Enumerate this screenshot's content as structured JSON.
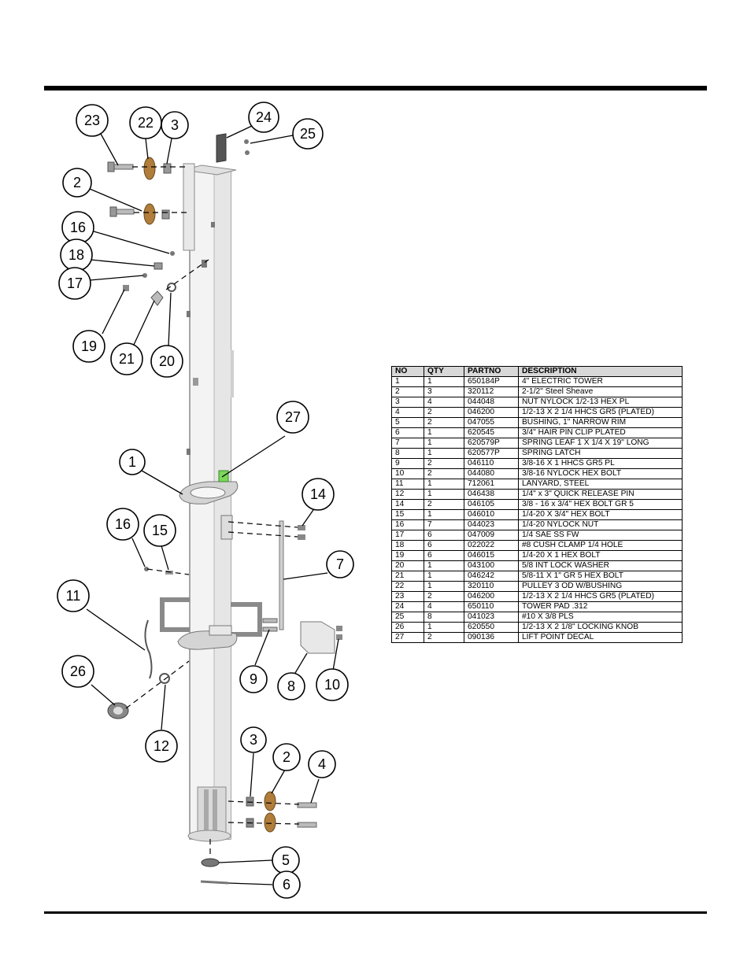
{
  "callouts": [
    "23",
    "22",
    "3",
    "24",
    "25",
    "2",
    "16",
    "18",
    "17",
    "19",
    "21",
    "20",
    "27",
    "1",
    "14",
    "16",
    "15",
    "7",
    "11",
    "26",
    "9",
    "8",
    "10",
    "12",
    "3",
    "2",
    "4",
    "5",
    "6"
  ],
  "table": {
    "headers": [
      "NO",
      "QTY",
      "PARTNO",
      "DESCRIPTION"
    ],
    "rows": [
      [
        "1",
        "1",
        "650184P",
        "4\" ELECTRIC TOWER"
      ],
      [
        "2",
        "3",
        "320112",
        "2-1/2\" Steel Sheave"
      ],
      [
        "3",
        "4",
        "044048",
        "NUT NYLOCK 1/2-13 HEX PL"
      ],
      [
        "4",
        "2",
        "046200",
        "1/2-13 X 2 1/4 HHCS GR5 (PLATED)"
      ],
      [
        "5",
        "2",
        "047055",
        "BUSHING, 1\" NARROW RIM"
      ],
      [
        "6",
        "1",
        "620545",
        "3/4\" HAIR PIN CLIP PLATED"
      ],
      [
        "7",
        "1",
        "620579P",
        "SPRING LEAF 1 X 1/4 X 19\" LONG"
      ],
      [
        "8",
        "1",
        "620577P",
        "SPRING LATCH"
      ],
      [
        "9",
        "2",
        "046110",
        "3/8-16 X 1 HHCS GR5 PL"
      ],
      [
        "10",
        "2",
        "044080",
        "3/8-16 NYLOCK HEX BOLT"
      ],
      [
        "11",
        "1",
        "712061",
        "LANYARD, STEEL"
      ],
      [
        "12",
        "1",
        "046438",
        "1/4\" x 3\" QUICK RELEASE PIN"
      ],
      [
        "14",
        "2",
        "046105",
        "3/8 - 16 x 3/4\" HEX BOLT GR 5"
      ],
      [
        "15",
        "1",
        "046010",
        "1/4-20 X 3/4\" HEX BOLT"
      ],
      [
        "16",
        "7",
        "044023",
        "1/4-20 NYLOCK NUT"
      ],
      [
        "17",
        "6",
        "047009",
        "1/4 SAE SS FW"
      ],
      [
        "18",
        "6",
        "022022",
        "#8 CUSH CLAMP 1/4 HOLE"
      ],
      [
        "19",
        "6",
        "046015",
        "1/4-20 X 1 HEX BOLT"
      ],
      [
        "20",
        "1",
        "043100",
        "5/8 INT LOCK WASHER"
      ],
      [
        "21",
        "1",
        "046242",
        "5/8-11 X 1\" GR 5 HEX BOLT"
      ],
      [
        "22",
        "1",
        "320110",
        "PULLEY 3 OD W/BUSHING"
      ],
      [
        "23",
        "2",
        "046200",
        "1/2-13 X 2 1/4 HHCS GR5 (PLATED)"
      ],
      [
        "24",
        "4",
        "650110",
        "TOWER PAD .312"
      ],
      [
        "25",
        "8",
        "041023",
        "#10 X 3/8 PLS"
      ],
      [
        "26",
        "1",
        "620550",
        "1/2-13 X 2 1/8\" LOCKING KNOB"
      ],
      [
        "27",
        "2",
        "090136",
        "LIFT POINT DECAL"
      ]
    ]
  },
  "colors": {
    "tower": "#f2f2f2",
    "tower_edge": "#8a8a8a",
    "sheave": "#b07d3a",
    "decal": "#7bd65a",
    "pad": "#555555",
    "table_header": "#d8d8d8"
  }
}
